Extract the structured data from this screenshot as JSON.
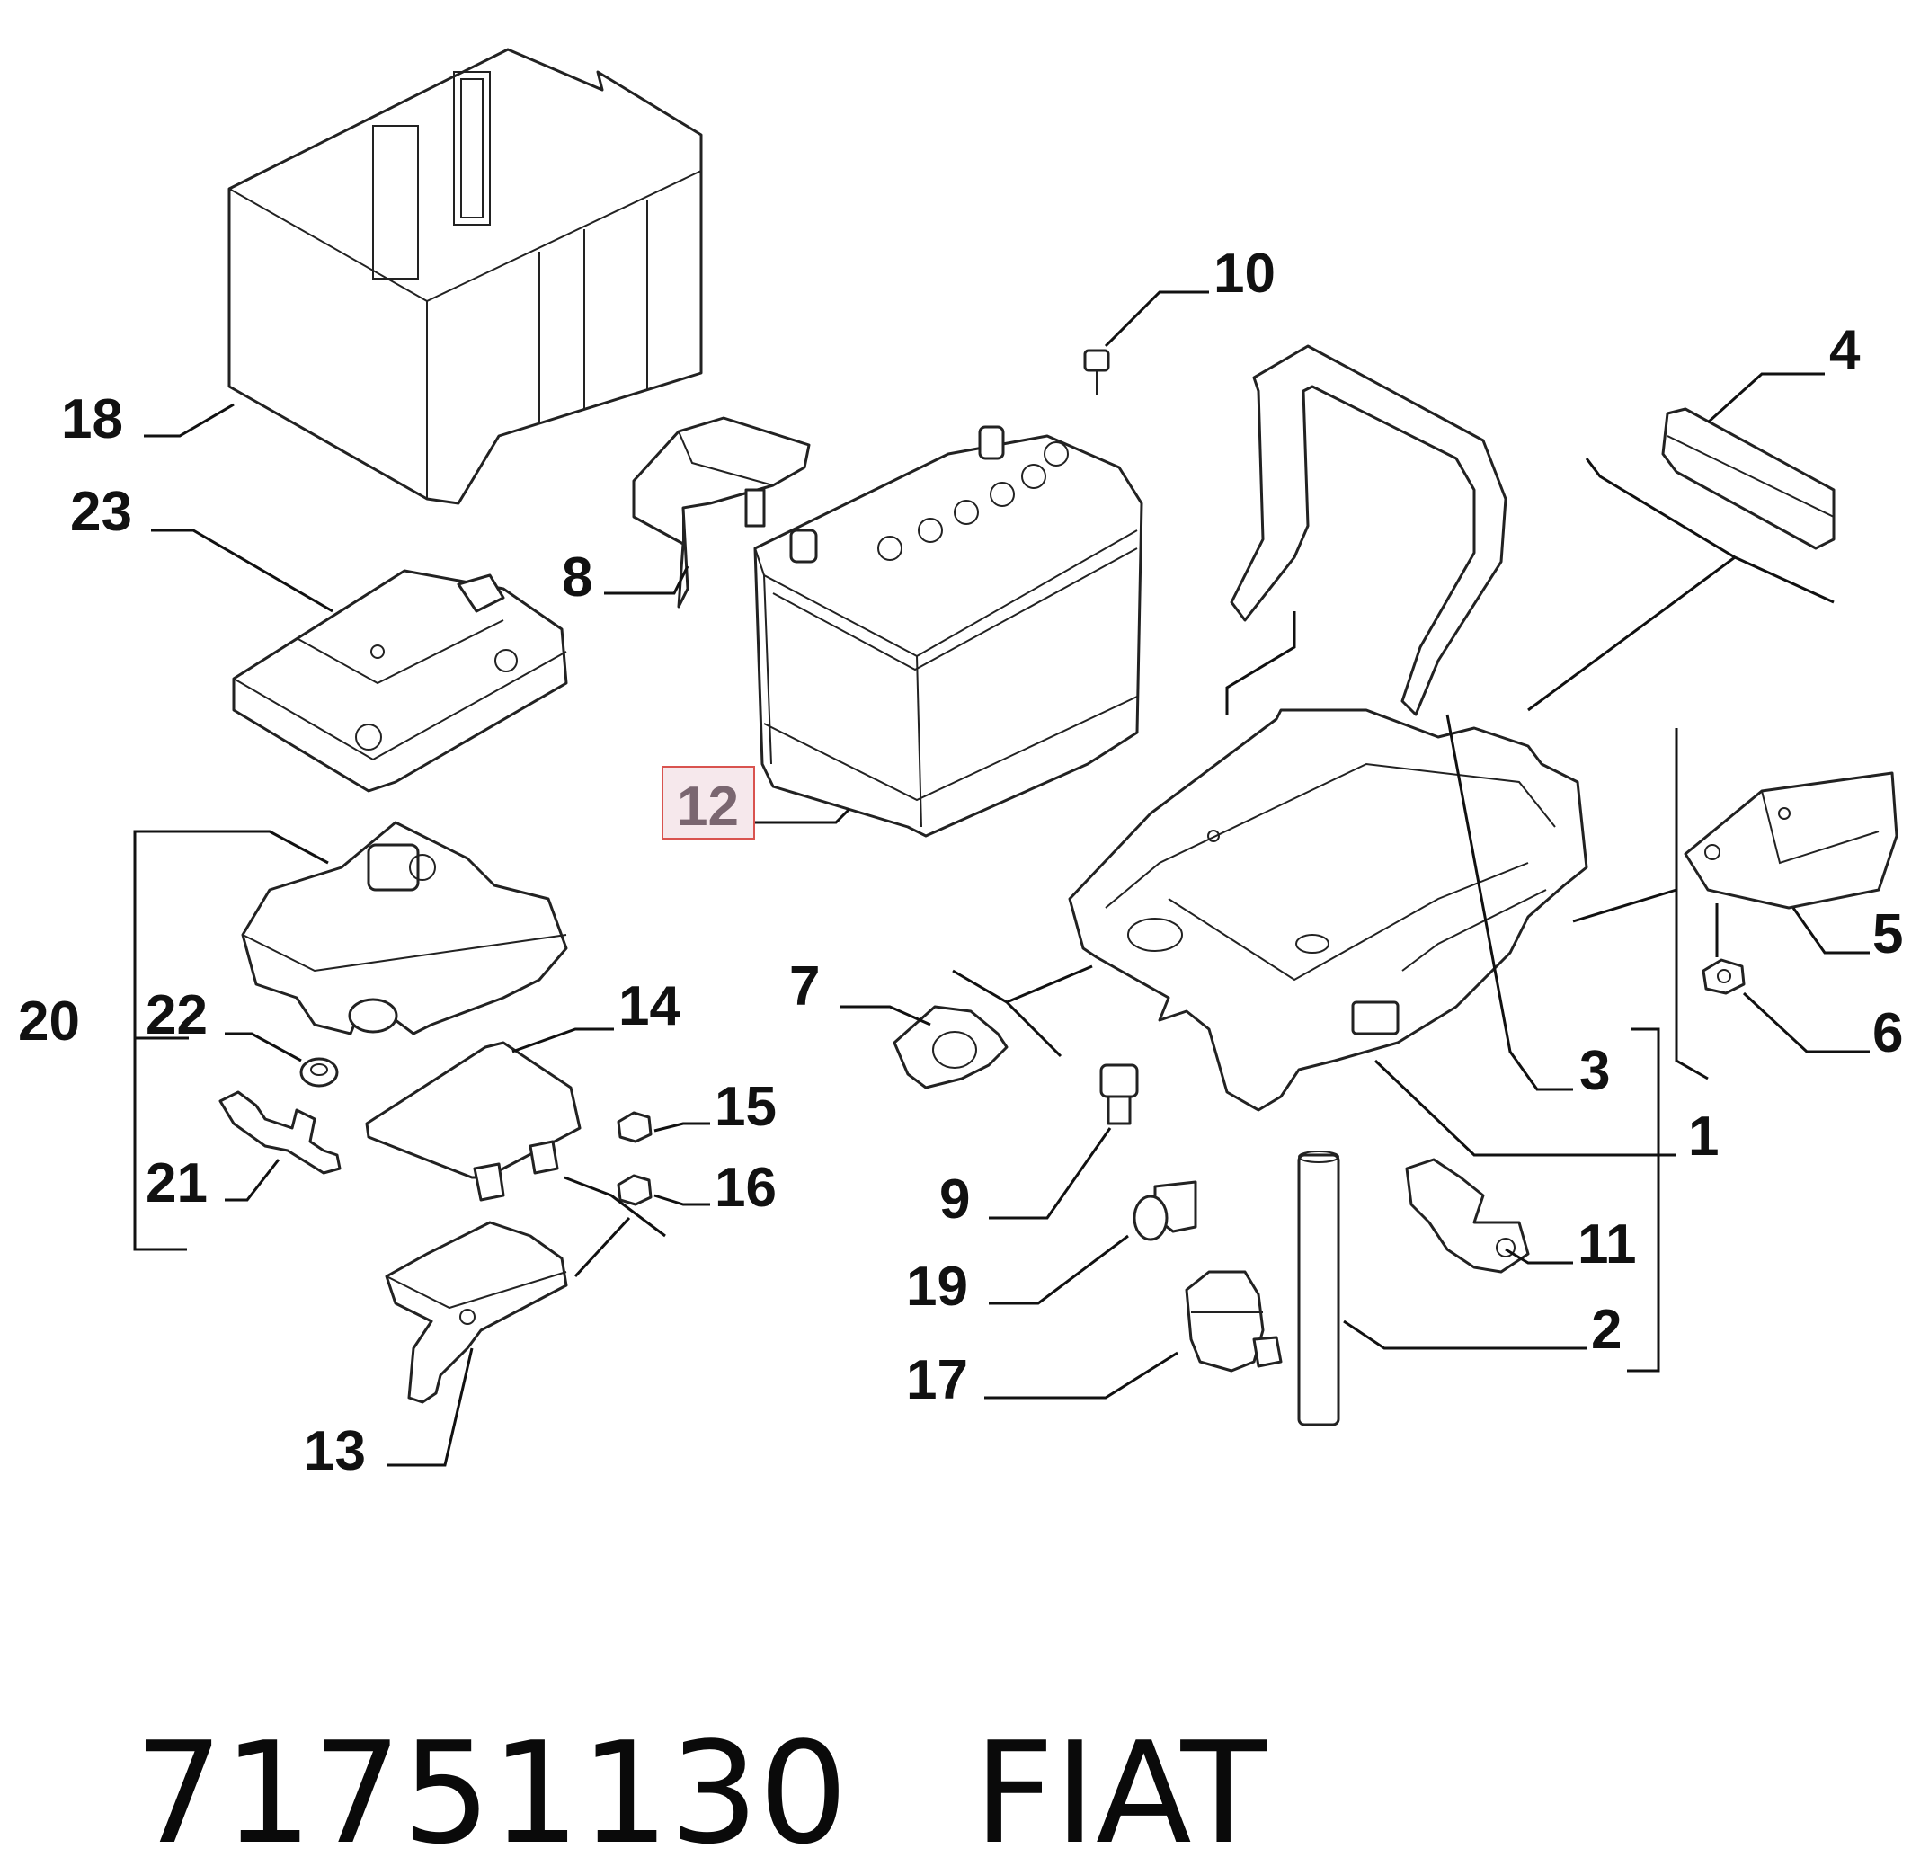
{
  "diagram": {
    "callouts": [
      "1",
      "2",
      "3",
      "4",
      "5",
      "6",
      "7",
      "8",
      "9",
      "10",
      "11",
      "12",
      "13",
      "14",
      "15",
      "16",
      "17",
      "18",
      "19",
      "20",
      "21",
      "22",
      "23"
    ],
    "highlighted_callout": "12"
  },
  "footer": {
    "part_number": "71751130",
    "brand": "FIAT"
  },
  "colors": {
    "highlight_fill": "#f6e8ec",
    "highlight_border": "#d9534f",
    "highlight_text": "#7a6670"
  }
}
